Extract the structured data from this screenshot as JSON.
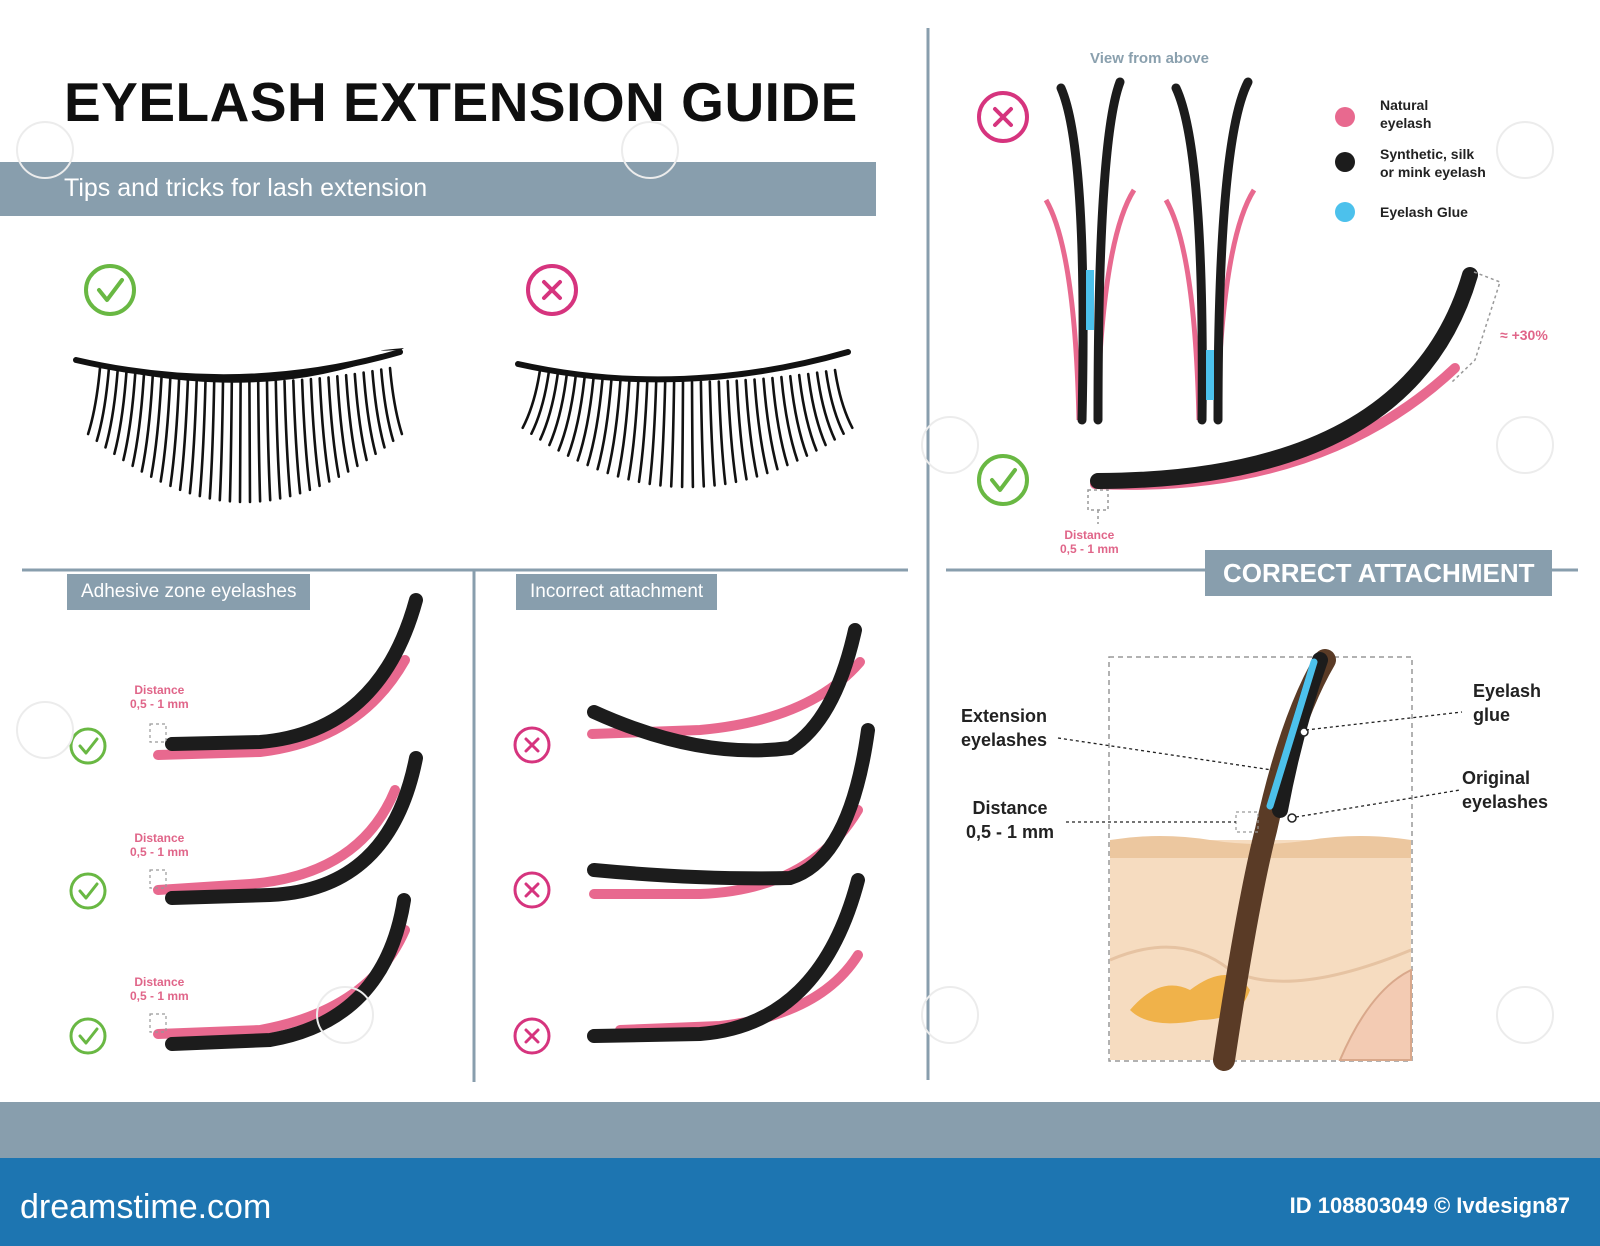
{
  "title": "EYELASH EXTENSION GUIDE",
  "subtitle": "Tips and tricks for lash extension",
  "view_from_above": "View from above",
  "legend": {
    "natural": "Natural eyelash",
    "synthetic_line1": "Synthetic, silk",
    "synthetic_line2": "or mink eyelash",
    "glue": "Eyelash Glue"
  },
  "percent_label": "≈ +30%",
  "distance": {
    "line1": "Distance",
    "line2": "0,5 - 1 mm"
  },
  "panels": {
    "adhesive": "Adhesive zone eyelashes",
    "incorrect": "Incorrect attachment",
    "correct": "CORRECT ATTACHMENT"
  },
  "callouts": {
    "extension_line1": "Extension",
    "extension_line2": "eyelashes",
    "distance_line1": "Distance",
    "distance_line2": "0,5 - 1 mm",
    "glue_line1": "Eyelash",
    "glue_line2": "glue",
    "original_line1": "Original",
    "original_line2": "eyelashes"
  },
  "footer": {
    "brand": "dreamstime.com",
    "id_text": "ID 108803049 © Ivdesign87"
  },
  "colors": {
    "panel_grey": "#889ead",
    "correct_green": "#69b843",
    "wrong_pink": "#d6347e",
    "natural_pink": "#e8698f",
    "synthetic_black": "#1c1c1c",
    "glue_blue": "#4cc1ec",
    "footer_blue": "#1d75b1"
  }
}
